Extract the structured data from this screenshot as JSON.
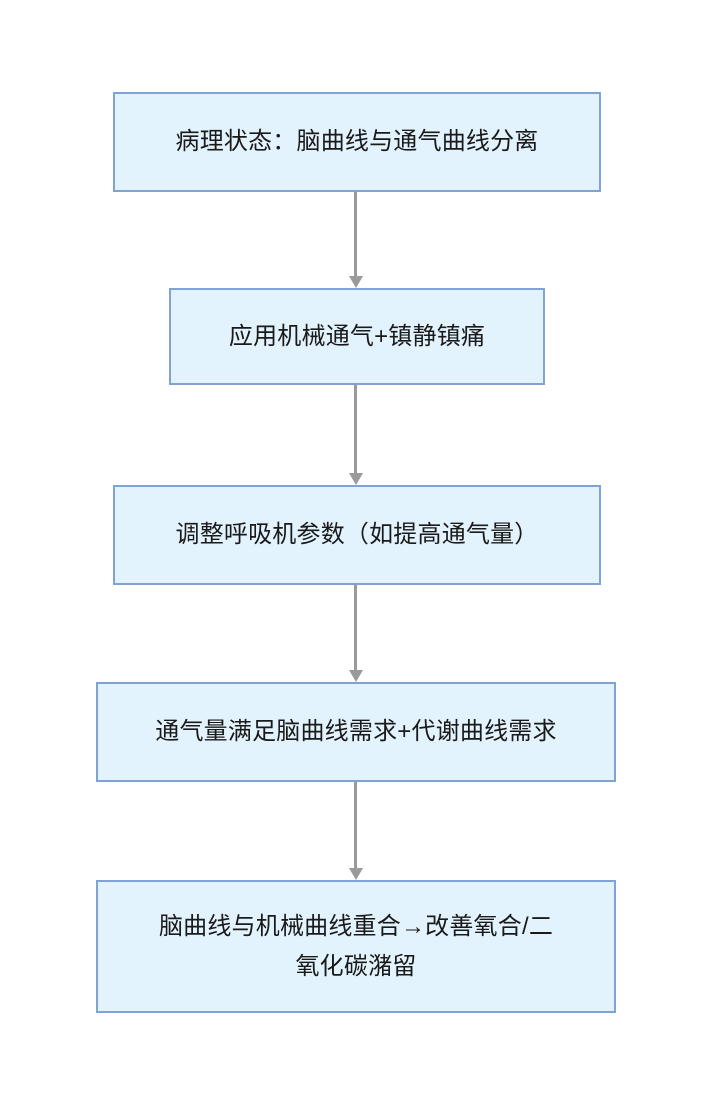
{
  "diagram": {
    "type": "flowchart",
    "orientation": "vertical-top-to-bottom",
    "background_color": "#ffffff",
    "node_fill_color": "#e3f3fd",
    "node_border_color": "#7fa3d4",
    "node_text_color": "#1a1a1a",
    "connector_color": "#9a9a9a",
    "nodes": [
      {
        "id": "node-1",
        "label": "病理状态：脑曲线与通气曲线分离",
        "lines": 1
      },
      {
        "id": "node-2",
        "label": "应用机械通气+镇静镇痛",
        "lines": 1
      },
      {
        "id": "node-3",
        "label": "调整呼吸机参数（如提高通气量）",
        "lines": 1
      },
      {
        "id": "node-4",
        "label": "通气量满足脑曲线需求+代谢曲线需求",
        "lines": 1
      },
      {
        "id": "node-5",
        "label": "脑曲线与机械曲线重合→改善氧合/二\n氧化碳潴留",
        "lines": 2
      }
    ],
    "connectors": [
      {
        "id": "arrow-1",
        "from": "node-1",
        "to": "node-2",
        "style": "solid-arrow-down"
      },
      {
        "id": "arrow-2",
        "from": "node-2",
        "to": "node-3",
        "style": "solid-arrow-down"
      },
      {
        "id": "arrow-3",
        "from": "node-3",
        "to": "node-4",
        "style": "solid-arrow-down"
      },
      {
        "id": "arrow-4",
        "from": "node-4",
        "to": "node-5",
        "style": "solid-arrow-down"
      }
    ]
  }
}
